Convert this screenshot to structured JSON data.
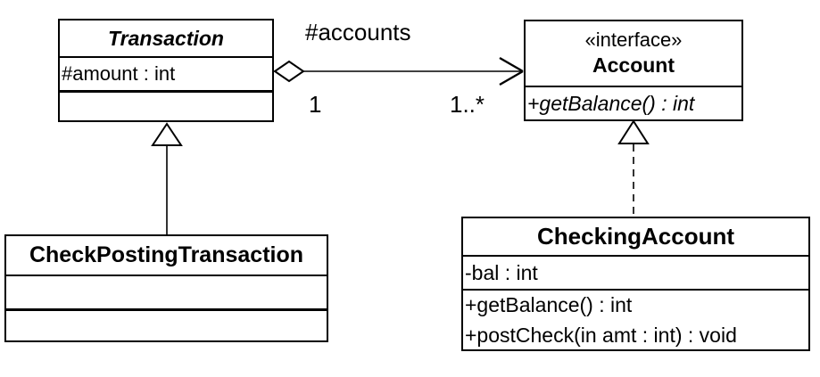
{
  "colors": {
    "line": "#000000",
    "background": "#ffffff",
    "text": "#000000"
  },
  "classes": {
    "transaction": {
      "name": "Transaction",
      "attribute": "#amount : int"
    },
    "account": {
      "stereotype": "«interface»",
      "name": "Account",
      "method": "+getBalance() : int"
    },
    "check_posting_transaction": {
      "name": "CheckPostingTransaction"
    },
    "checking_account": {
      "name": "CheckingAccount",
      "attribute": "-bal : int",
      "methods": [
        "+getBalance() : int",
        "+postCheck(in amt : int) : void"
      ]
    }
  },
  "association": {
    "name": "#accounts",
    "source_multiplicity": "1",
    "target_multiplicity": "1..*"
  },
  "relationships": {
    "aggregation": "Transaction has Account(s)",
    "generalization": "CheckPostingTransaction extends Transaction",
    "realization": "CheckingAccount implements Account"
  }
}
